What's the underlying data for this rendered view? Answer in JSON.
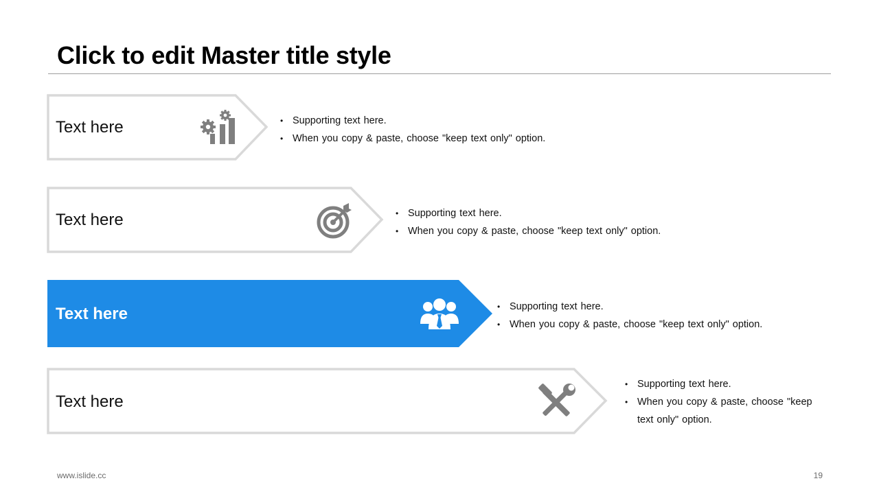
{
  "slide": {
    "title": "Click to edit Master title style",
    "accent_color": "#1e8be6",
    "outline_color": "#d9d9d9",
    "icon_color": "#7f7f7f",
    "rows": [
      {
        "label": "Text here",
        "icon": "gears-chart-icon",
        "bullets": [
          "Supporting text here.",
          "When you copy & paste, choose \"keep text only\" option."
        ]
      },
      {
        "label": "Text here",
        "icon": "target-icon",
        "bullets": [
          "Supporting text here.",
          "When you copy & paste, choose \"keep text only\" option."
        ]
      },
      {
        "label": "Text here",
        "icon": "team-icon",
        "active": true,
        "bullets": [
          "Supporting text here.",
          "When you copy & paste, choose \"keep text only\" option."
        ]
      },
      {
        "label": "Text here",
        "icon": "tools-icon",
        "bullets": [
          "Supporting text here.",
          "When you copy & paste, choose \"keep text only\" option."
        ]
      }
    ]
  },
  "footer": {
    "website": "www.islide.cc",
    "page_number": "19"
  }
}
